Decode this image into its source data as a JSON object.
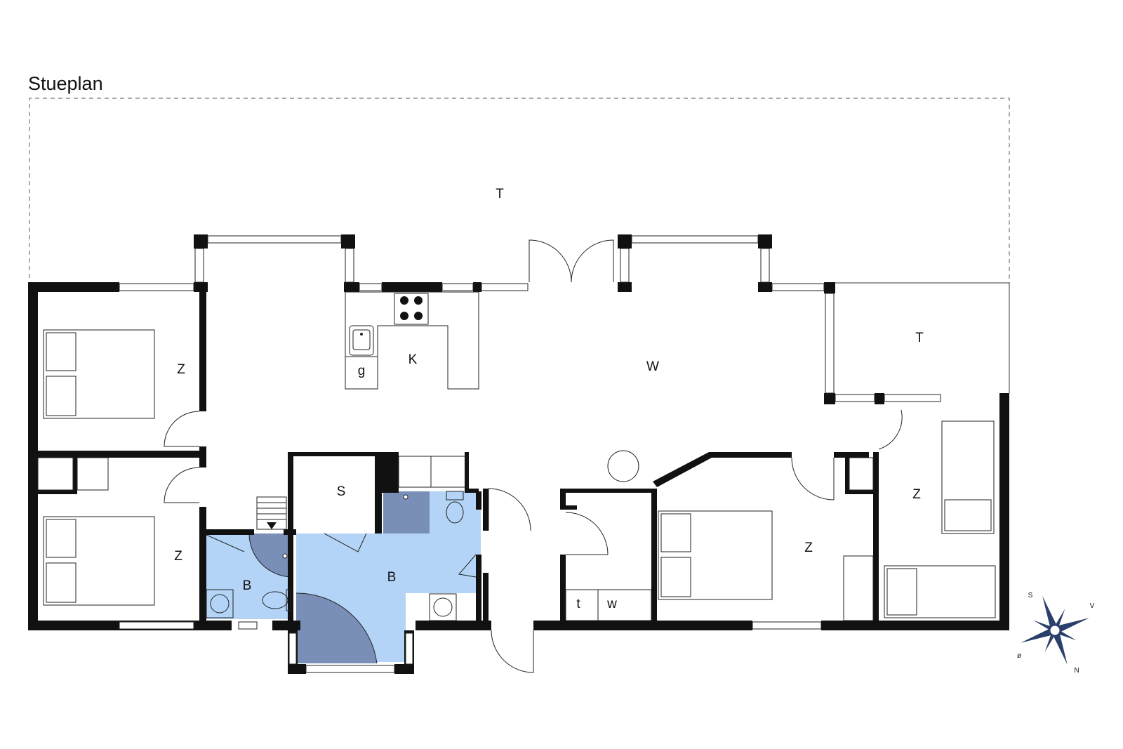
{
  "title": "Stueplan",
  "rooms": {
    "terrace_top": "T",
    "terrace_right": "T",
    "living": "W",
    "kitchen": "K",
    "kitchen_g": "g",
    "bedroom_top_left": "Z",
    "bedroom_bottom_left": "Z",
    "bedroom_center": "Z",
    "bedroom_right": "Z",
    "bath_small": "B",
    "bath_large": "B",
    "storage": "S",
    "utility_t": "t",
    "utility_w": "w"
  },
  "compass": {
    "s": "S",
    "v": "V",
    "o": "ø",
    "n": "N",
    "icon": "compass-rose-icon"
  },
  "colors": {
    "wall": "#111111",
    "bath_light": "#b3d4f7",
    "bath_dark": "#7a8fb8",
    "background": "#ffffff"
  }
}
